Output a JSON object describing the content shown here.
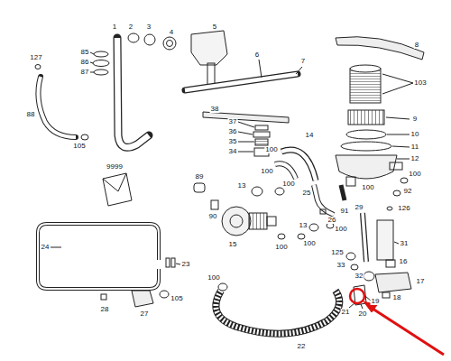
{
  "diagram": {
    "labels": [
      "127",
      "85",
      "86",
      "87",
      "88",
      "105",
      "1",
      "2",
      "3",
      "4",
      "5",
      "6",
      "7",
      "8",
      "103",
      "9",
      "38",
      "37",
      "36",
      "35",
      "34",
      "14",
      "10",
      "11",
      "12",
      "100",
      "100",
      "9999",
      "89",
      "100",
      "92",
      "13",
      "100",
      "25",
      "100",
      "126",
      "90",
      "91",
      "26",
      "13",
      "100",
      "29",
      "24",
      "15",
      "100",
      "100",
      "125",
      "31",
      "23",
      "33",
      "16",
      "32",
      "17",
      "100",
      "18",
      "19",
      "28",
      "27",
      "105",
      "21",
      "20",
      "22"
    ]
  }
}
